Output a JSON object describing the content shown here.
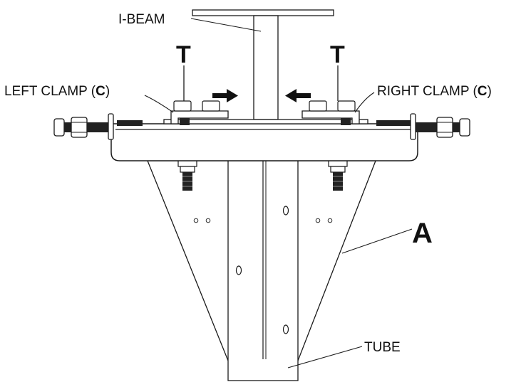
{
  "labels": {
    "ibeam": "I-BEAM",
    "left_clamp_text": "LEFT CLAMP (",
    "left_clamp_letter": "C",
    "left_clamp_close": ")",
    "right_clamp_text": "RIGHT CLAMP (",
    "right_clamp_letter": "C",
    "right_clamp_close": ")",
    "t_left": "T",
    "t_right": "T",
    "part_a": "A",
    "tube": "TUBE"
  },
  "colors": {
    "line": "#1a1a1a",
    "fill": "#ffffff",
    "dark": "#111111"
  }
}
